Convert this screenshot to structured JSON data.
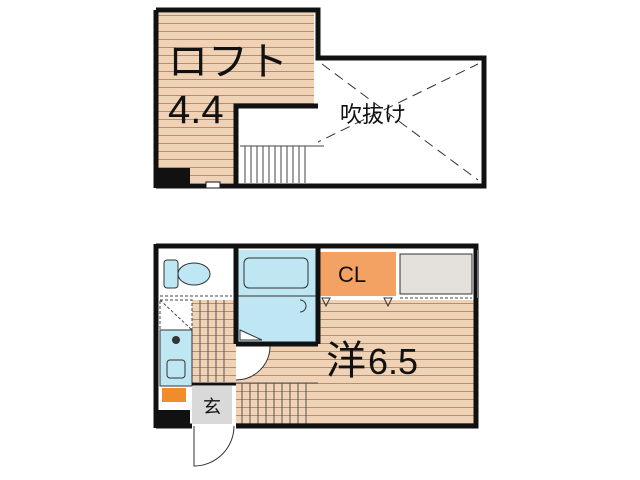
{
  "loft": {
    "name": "ロフト",
    "size": "4.4"
  },
  "void_label": "吹抜け",
  "closet_label": "CL",
  "western_room": {
    "name": "洋",
    "size": "6.5"
  },
  "entrance_label": "玄",
  "colors": {
    "wood_floor": "#f0d3b6",
    "wood_stripe": "#b98d68",
    "bath_fixture": "#bfe6f3",
    "closet": "#f4a264",
    "storage_shelf": "#e4e1dc",
    "entrance_floor": "#d9d9d9",
    "wall": "#111111",
    "appliance_mark": "#f08c2a"
  }
}
